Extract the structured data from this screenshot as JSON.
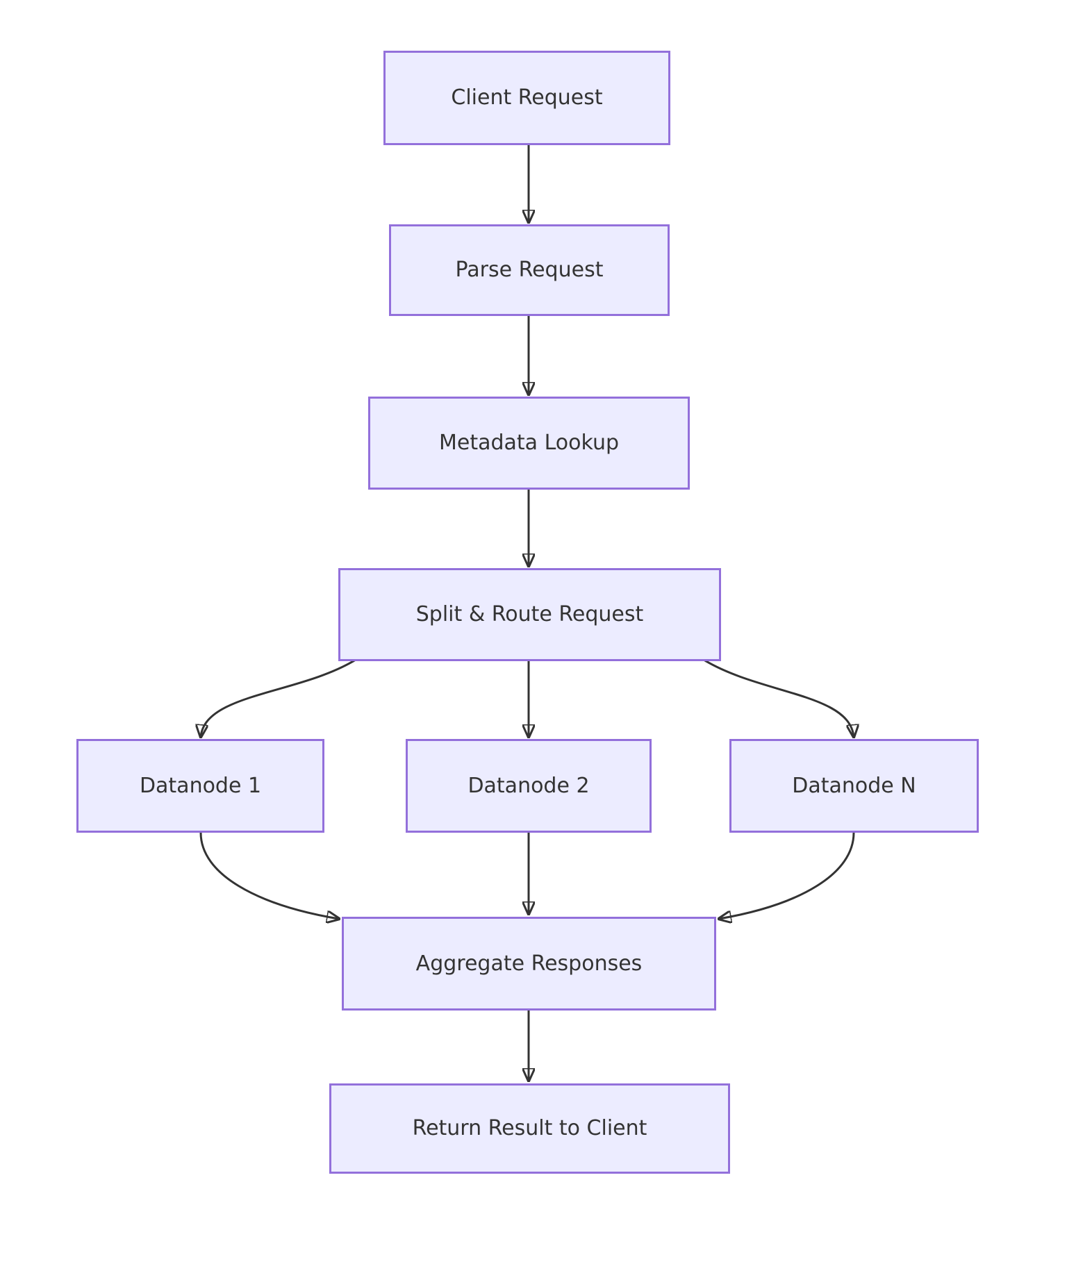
{
  "diagram": {
    "kind": "flowchart",
    "direction": "top-down",
    "colors": {
      "node_fill": "#ECECFF",
      "node_border": "#9370DB",
      "node_text": "#333333",
      "edge_line": "#333333",
      "background": "#FFFFFF"
    },
    "nodes": [
      {
        "id": "client_request",
        "label": "Client Request"
      },
      {
        "id": "parse_request",
        "label": "Parse Request"
      },
      {
        "id": "metadata_lookup",
        "label": "Metadata Lookup"
      },
      {
        "id": "split_route_request",
        "label": "Split & Route Request"
      },
      {
        "id": "datanode_1",
        "label": "Datanode 1"
      },
      {
        "id": "datanode_2",
        "label": "Datanode 2"
      },
      {
        "id": "datanode_n",
        "label": "Datanode N"
      },
      {
        "id": "aggregate_responses",
        "label": "Aggregate Responses"
      },
      {
        "id": "return_result",
        "label": "Return Result to Client"
      }
    ],
    "edges": [
      {
        "from": "client_request",
        "to": "parse_request"
      },
      {
        "from": "parse_request",
        "to": "metadata_lookup"
      },
      {
        "from": "metadata_lookup",
        "to": "split_route_request"
      },
      {
        "from": "split_route_request",
        "to": "datanode_1"
      },
      {
        "from": "split_route_request",
        "to": "datanode_2"
      },
      {
        "from": "split_route_request",
        "to": "datanode_n"
      },
      {
        "from": "datanode_1",
        "to": "aggregate_responses"
      },
      {
        "from": "datanode_2",
        "to": "aggregate_responses"
      },
      {
        "from": "datanode_n",
        "to": "aggregate_responses"
      },
      {
        "from": "aggregate_responses",
        "to": "return_result"
      }
    ]
  }
}
